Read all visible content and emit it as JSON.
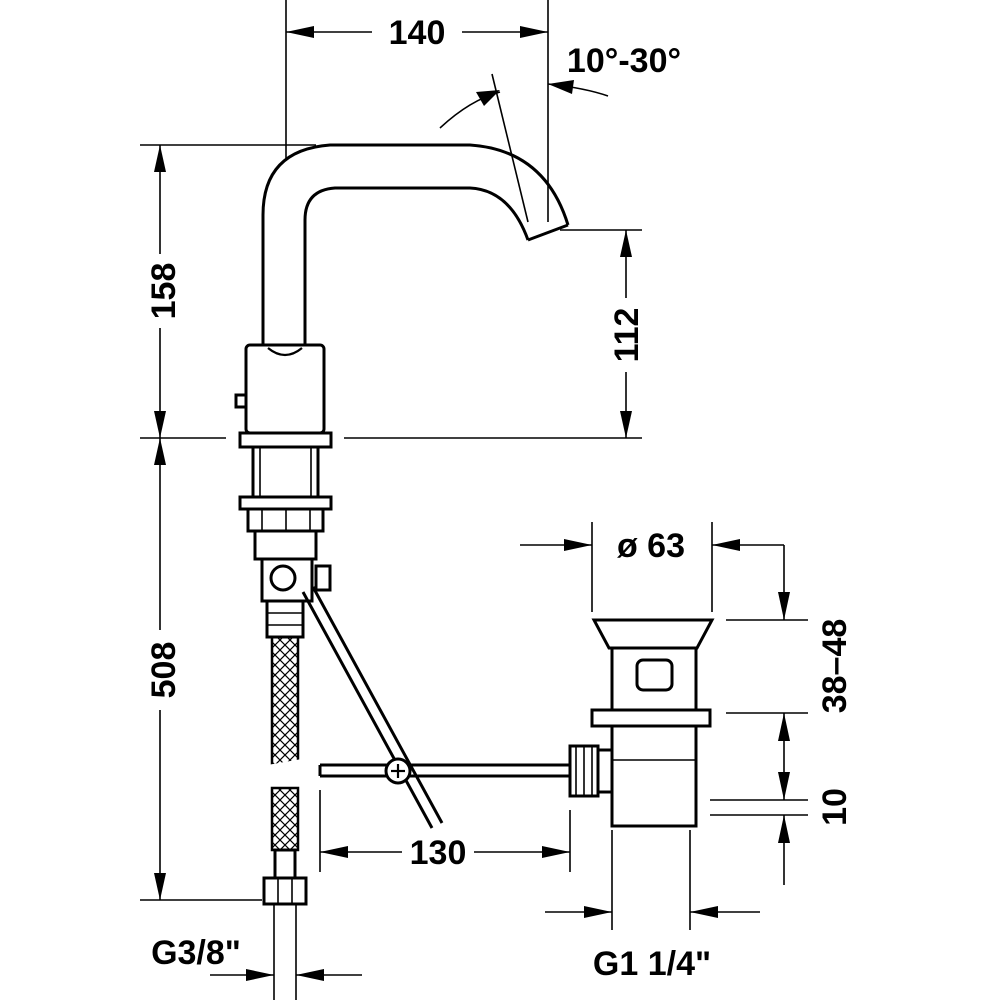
{
  "dimensions": {
    "spout_reach": "140",
    "spout_angle": "10°-30°",
    "tap_height": "158",
    "spout_clearance": "112",
    "hose_length": "508",
    "waste_diameter": "ø 63",
    "waste_thickness_range": "38–48",
    "waste_offset": "10",
    "rod_length": "130",
    "inlet_thread": "G3/8\"",
    "waste_thread": "G1 1/4\""
  }
}
